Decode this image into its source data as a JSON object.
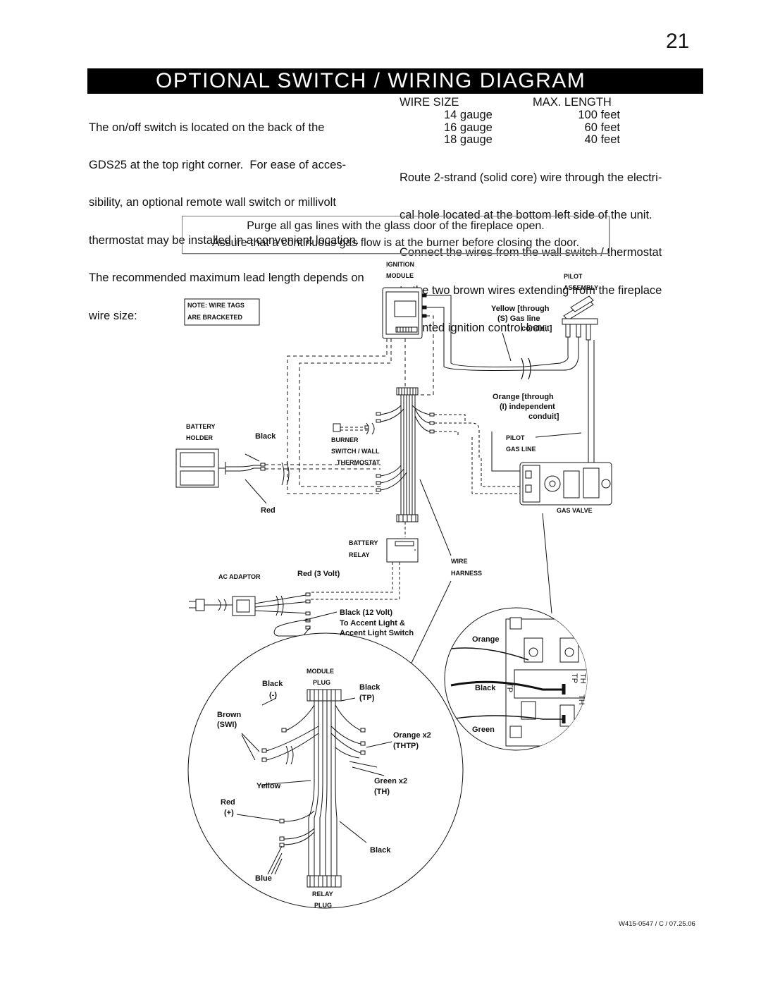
{
  "page_number": "21",
  "title": "OPTIONAL SWITCH / WIRING DIAGRAM",
  "intro_lines": [
    "The on/off switch is located on the back of the",
    "GDS25 at the top right corner.  For ease of acces-",
    "sibility, an optional remote wall switch or millivolt",
    "thermostat may be installed in a convenient location.",
    "The recommended maximum lead length depends on",
    "wire size:"
  ],
  "wire_table": {
    "header_size": "WIRE SIZE",
    "header_length": "MAX. LENGTH",
    "rows": [
      {
        "size": "14 gauge",
        "length": "100 feet"
      },
      {
        "size": "16 gauge",
        "length": "60 feet"
      },
      {
        "size": "18 gauge",
        "length": "40 feet"
      }
    ]
  },
  "route_lines": [
    "Route 2-strand (solid core) wire through the electri-",
    "cal hole located at the bottom left side of the unit.",
    "Connect the wires from the wall switch / thermostat",
    "to the two brown wires extending from the fireplace",
    "mounted ignition control box."
  ],
  "notice": {
    "line1": "Purge all gas lines with the glass door of the fireplace open.",
    "line2": "Assure that a continuous gas flow is at the burner before closing the door."
  },
  "diagram_labels": {
    "ignition": "IGNITION",
    "module": "MODULE",
    "pilot": "PILOT",
    "assembly": "ASSEMBLY",
    "note_line1": "NOTE: WIRE TAGS",
    "note_line2": "ARE BRACKETED",
    "yellow_through": "Yellow  [through",
    "s_gas_line": "(S)     Gas line",
    "conduit1": "conduit]",
    "orange_through": "Orange  [through",
    "i_independent": "(I)    independent",
    "conduit2": "conduit]",
    "pilot2": "PILOT",
    "gas_line": "GAS LINE",
    "battery": "BATTERY",
    "holder": "HOLDER",
    "black": "Black",
    "burner": "BURNER",
    "switch_wall": "SWITCH / WALL",
    "thermostat": "THERMOSTAT",
    "red": "Red",
    "gas_valve": "GAS VALVE",
    "battery2": "BATTERY",
    "relay": "RELAY",
    "wire": "WIRE",
    "harness": "HARNESS",
    "ac_adaptor": "AC ADAPTOR",
    "red_3volt": "Red (3 Volt)",
    "black_12volt": "Black (12 Volt)",
    "to_accent": "To Accent Light &",
    "accent_switch": "Accent Light Switch",
    "orange": "Orange",
    "module_plug_1": "MODULE",
    "module_plug_2": "PLUG",
    "black_minus_1": "Black",
    "black_minus_2": "(-)",
    "black_tp_1": "Black",
    "black_tp_2": "(TP)",
    "black_right": "Black",
    "green": "Green",
    "brown": "Brown",
    "swi": "(SWI)",
    "orange_x2": "Orange x2",
    "thtp": "(THTP)",
    "yellow": "Yellow",
    "green_x2": "Green x2",
    "th": "(TH)",
    "red2": "Red",
    "plus": "(+)",
    "black_bottom": "Black",
    "blue": "Blue",
    "relay_plug_1": "RELAY",
    "relay_plug_2": "PLUG",
    "term_th1": "TH",
    "term_tp1": "TP",
    "term_tp2": "TP",
    "term_th2": "TH"
  },
  "doc_code": "W415-0547 / C / 07.25.06"
}
